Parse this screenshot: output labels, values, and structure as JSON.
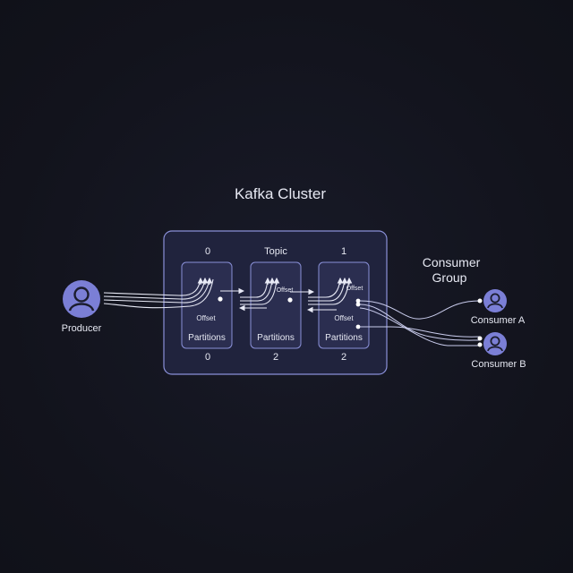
{
  "cluster": {
    "title": "Kafka Cluster",
    "topic_label": "Topic",
    "top_numbers": [
      "0",
      "1"
    ],
    "bottom_numbers": [
      "0",
      "2",
      "2"
    ]
  },
  "partitions": [
    {
      "offset_label": "Offset",
      "name": "Partitions"
    },
    {
      "offset_label": "Offset",
      "name": "Partitions"
    },
    {
      "offset_label": "Offset",
      "name": "Partitions",
      "extra_offset_label": "Offset"
    }
  ],
  "producer": {
    "label": "Producer"
  },
  "consumer_group": {
    "title_line1": "Consumer",
    "title_line2": "Group",
    "consumers": [
      {
        "label": "Consumer A"
      },
      {
        "label": "Consumer B"
      }
    ]
  },
  "colors": {
    "accent": "#7b7fd6",
    "box_border": "#8a90d8",
    "cluster_fill": "#222642",
    "partition_fill": "#2c3052",
    "line": "#e8eaf6",
    "background": "#141520"
  },
  "icons": {
    "producer": "user-icon",
    "consumer": "user-icon"
  }
}
